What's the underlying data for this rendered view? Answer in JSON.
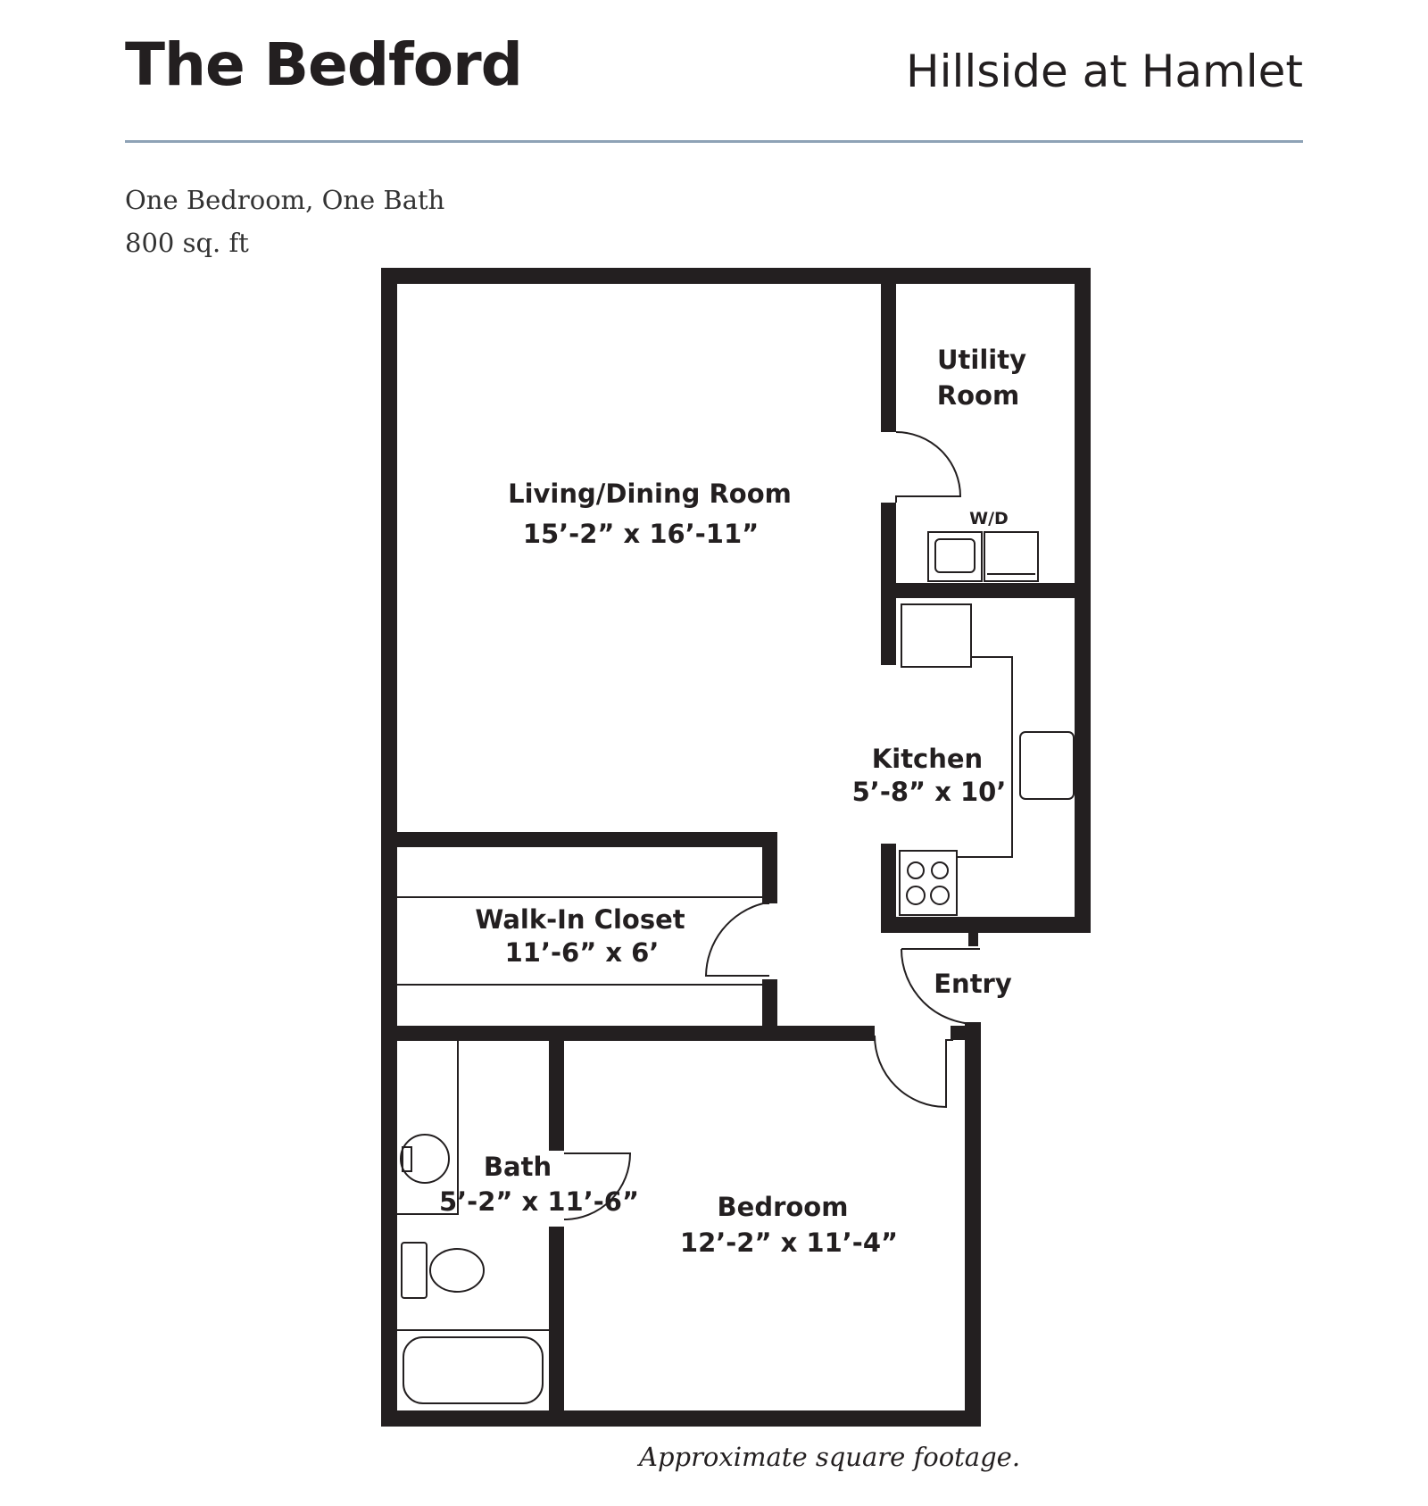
{
  "header": {
    "title": "The Bedford",
    "community": "Hillside at Hamlet"
  },
  "summary": {
    "layout": "One Bedroom, One Bath",
    "area": "800 sq. ft"
  },
  "rooms": {
    "utility": {
      "name_line1": "Utility",
      "name_line2": "Room"
    },
    "washer_dryer": {
      "label": "W/D"
    },
    "living": {
      "name": "Living/Dining Room",
      "dims": "15’-2” x 16’-11”"
    },
    "kitchen": {
      "name": "Kitchen",
      "dims": "5’-8” x 10’"
    },
    "closet": {
      "name": "Walk-In Closet",
      "dims": "11’-6” x 6’"
    },
    "entry": {
      "name": "Entry"
    },
    "bath": {
      "name": "Bath",
      "dims": "5’-2” x 11’-6”"
    },
    "bedroom": {
      "name": "Bedroom",
      "dims": "12’-2” x 11’-4”"
    }
  },
  "footnote": "Approximate square footage.",
  "colors": {
    "wall": "#231f20",
    "rule": "#8ea2b6"
  }
}
